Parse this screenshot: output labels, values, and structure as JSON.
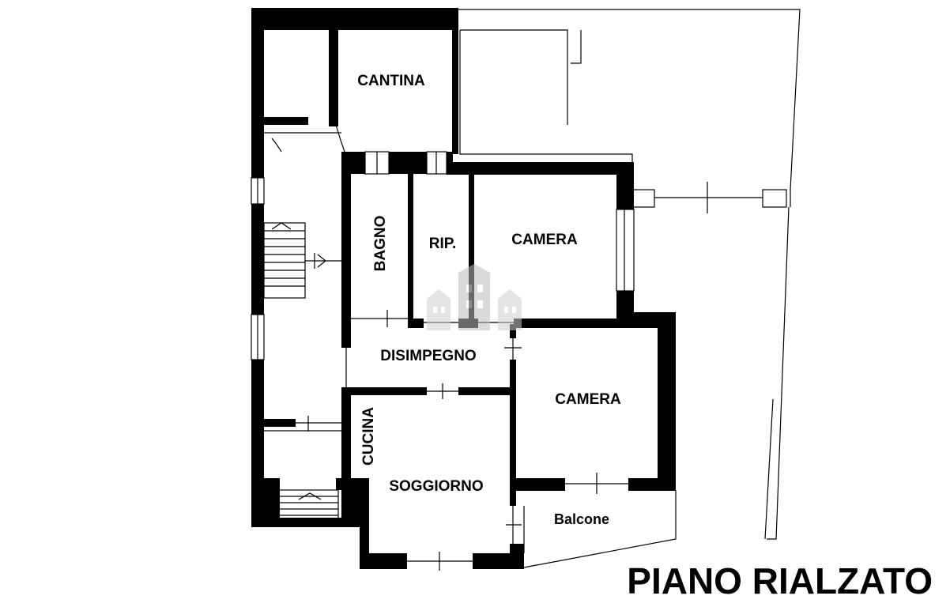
{
  "plan": {
    "title": "PIANO RIALZATO",
    "colors": {
      "wall": "#000000",
      "background": "#ffffff",
      "watermark": "#cfcfcf"
    },
    "rooms": {
      "cantina": "CANTINA",
      "bagno": "BAGNO",
      "rip": "RIP.",
      "camera_1": "CAMERA",
      "disimpegno": "DISIMPEGNO",
      "camera_2": "CAMERA",
      "cucina": "CUCINA",
      "soggiorno": "SOGGIORNO",
      "balcone": "Balcone"
    },
    "icons": {
      "watermark": "building-watermark-icon"
    }
  }
}
